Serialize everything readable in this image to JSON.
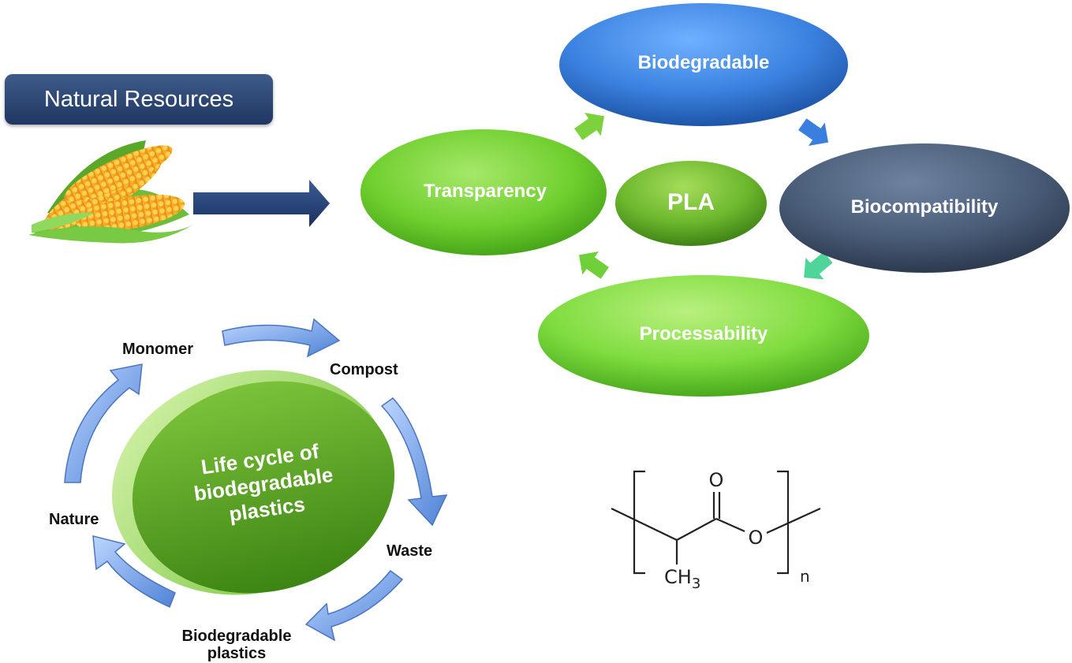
{
  "natural_resources": {
    "label": "Natural Resources"
  },
  "properties": {
    "center": "PLA",
    "biodegradable": "Biodegradable",
    "biocompatibility": "Biocompatibility",
    "processability": "Processability",
    "transparency": "Transparency"
  },
  "life_cycle": {
    "center_lines": [
      "Life cycle of",
      "biodegradable",
      "plastics"
    ],
    "stages": {
      "monomer": "Monomer",
      "compost": "Compost",
      "waste": "Waste",
      "biodegradable_plastics_line1": "Biodegradable",
      "biodegradable_plastics_line2": "plastics",
      "nature": "Nature"
    }
  },
  "structure": {
    "carbonyl_oxygen": "O",
    "ester_oxygen": "O",
    "methyl": "CH",
    "methyl_subscript": "3",
    "repeat_subscript": "n"
  },
  "colors": {
    "green": "#7ccf3a",
    "dark_green": "#4e9a1a",
    "blue": "#3d82e0",
    "slate": "#4a5d78",
    "navy": "#1f3761",
    "cycle_arrow": "#6d9ee0"
  }
}
